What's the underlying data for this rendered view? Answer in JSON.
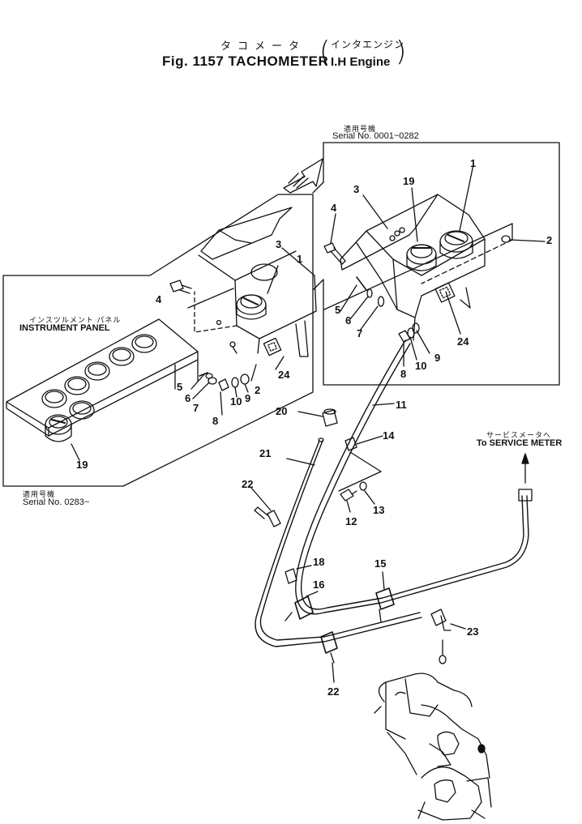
{
  "title": {
    "jp": "タコメータ",
    "jp_sub": "インタエンジン",
    "en": "Fig. 1157  TACHOMETER",
    "en_sub": "I.H Engine"
  },
  "labels": {
    "serial_top_jp": "適用号機",
    "serial_top": "Serial No. 0001~0282",
    "serial_bottom_jp": "適用号機",
    "serial_bottom": "Serial No. 0283~",
    "panel_jp": "インスツルメント パネル",
    "panel": "INSTRUMENT  PANEL",
    "service_jp": "サービスメータへ",
    "service": "To SERVICE METER"
  },
  "callouts": {
    "inset": [
      "1",
      "2",
      "3",
      "4",
      "5",
      "6",
      "7",
      "8",
      "9",
      "10",
      "19",
      "24"
    ],
    "left": [
      "1",
      "2",
      "3",
      "4",
      "5",
      "6",
      "7",
      "8",
      "9",
      "10",
      "19",
      "24"
    ],
    "main": [
      "11",
      "12",
      "13",
      "14",
      "15",
      "16",
      "18",
      "20",
      "21",
      "22",
      "22",
      "23"
    ]
  }
}
